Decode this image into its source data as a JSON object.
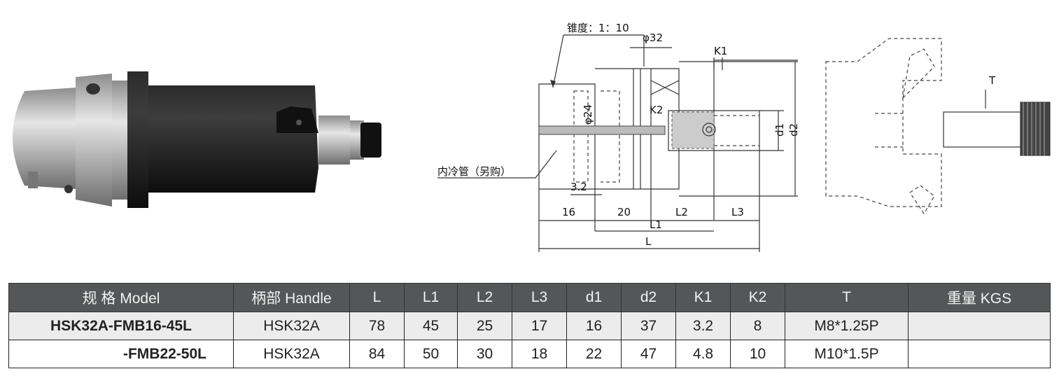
{
  "drawing": {
    "taper_label": "锥度：1：10",
    "phi32": "φ32",
    "phi24": "φ24",
    "k1": "K1",
    "k2": "K2",
    "d1": "d1",
    "d2": "d2",
    "inner_pipe": "内冷管（另购）",
    "dim_3_2": "3.2",
    "dim_16": "16",
    "dim_20": "20",
    "l1": "L1",
    "l2": "L2",
    "l3": "L3",
    "l": "L",
    "t": "T"
  },
  "table": {
    "headers": [
      "规 格 Model",
      "柄部 Handle",
      "L",
      "L1",
      "L2",
      "L3",
      "d1",
      "d2",
      "K1",
      "K2",
      "T",
      "重量 KGS"
    ],
    "rows": [
      [
        "HSK32A-FMB16-45L",
        "HSK32A",
        "78",
        "45",
        "25",
        "17",
        "16",
        "37",
        "3.2",
        "8",
        "M8*1.25P",
        ""
      ],
      [
        "-FMB22-50L",
        "HSK32A",
        "84",
        "50",
        "30",
        "18",
        "22",
        "47",
        "4.8",
        "10",
        "M10*1.5P",
        ""
      ]
    ]
  },
  "colors": {
    "header_bg": "#555657",
    "row_alt_bg": "#ececec",
    "tool_body": "#1a1a1a",
    "tool_metal": "#b8b8b8"
  }
}
